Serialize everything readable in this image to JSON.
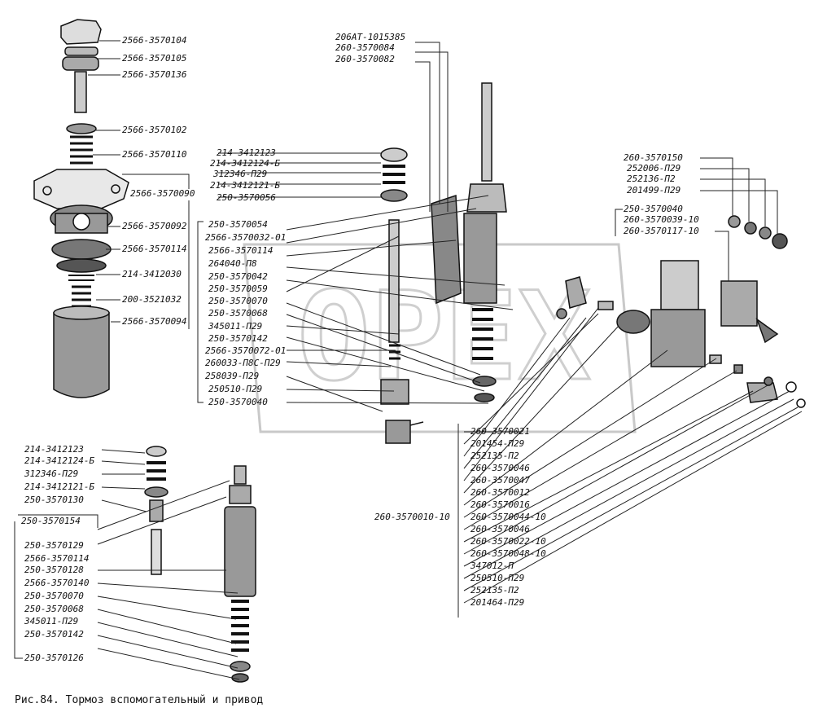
{
  "caption": "Рис.84. Тормоз вспомогательный и привод",
  "labels": [
    "2566-3570104",
    "2566-3570105",
    "2566-3570136",
    "2566-3570102",
    "2566-3570110",
    "2566-3570090",
    "2566-3570092",
    "2566-3570114",
    "214-3412030",
    "200-3521032",
    "2566-3570094",
    "214-3412123",
    "214-3412124-Б",
    "312346-П29",
    "214-3412121-Б",
    "250-3570056",
    "250-3570054",
    "2566-3570032-01",
    "2566-3570114",
    "264040-П8",
    "250-3570042",
    "250-3570059",
    "250-3570070",
    "250-3570068",
    "345011-П29",
    "250-3570142",
    "2566-3570072-01",
    "260033-П8С-П29",
    "258039-П29",
    "250510-П29",
    "250-3570040",
    "206АТ-1015385",
    "260-3570084",
    "260-3570082",
    "260-3570150",
    "252006-П29",
    "252136-П2",
    "201499-П29",
    "250-3570040",
    "260-3570039-10",
    "260-3570117-10",
    "260-3570021",
    "201454-П29",
    "252135-П2",
    "260-3570046",
    "260-3570047",
    "260-3570012",
    "260-3570016",
    "260-3570044-10",
    "260-3570046",
    "260-3570022-10",
    "260-3570048-10",
    "347012-П",
    "250510-П29",
    "252135-П2",
    "201464-П29",
    "260-3570010-10",
    "214-3412123",
    "214-3412124-Б",
    "312346-П29",
    "214-3412121-Б",
    "250-3570130",
    "250-3570154",
    "250-3570129",
    "2566-3570114",
    "250-3570128",
    "2566-3570140",
    "250-3570070",
    "250-3570068",
    "345011-П29",
    "250-3570142",
    "250-3570126"
  ]
}
